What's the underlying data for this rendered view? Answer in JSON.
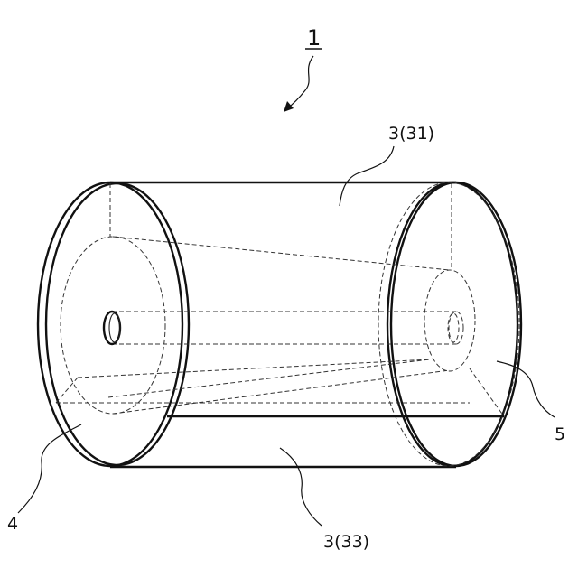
{
  "figure": {
    "ref_main": "1",
    "labels": {
      "top_case": "3(31)",
      "bottom_case": "3(33)",
      "left_end": "4",
      "right_end": "5"
    }
  }
}
